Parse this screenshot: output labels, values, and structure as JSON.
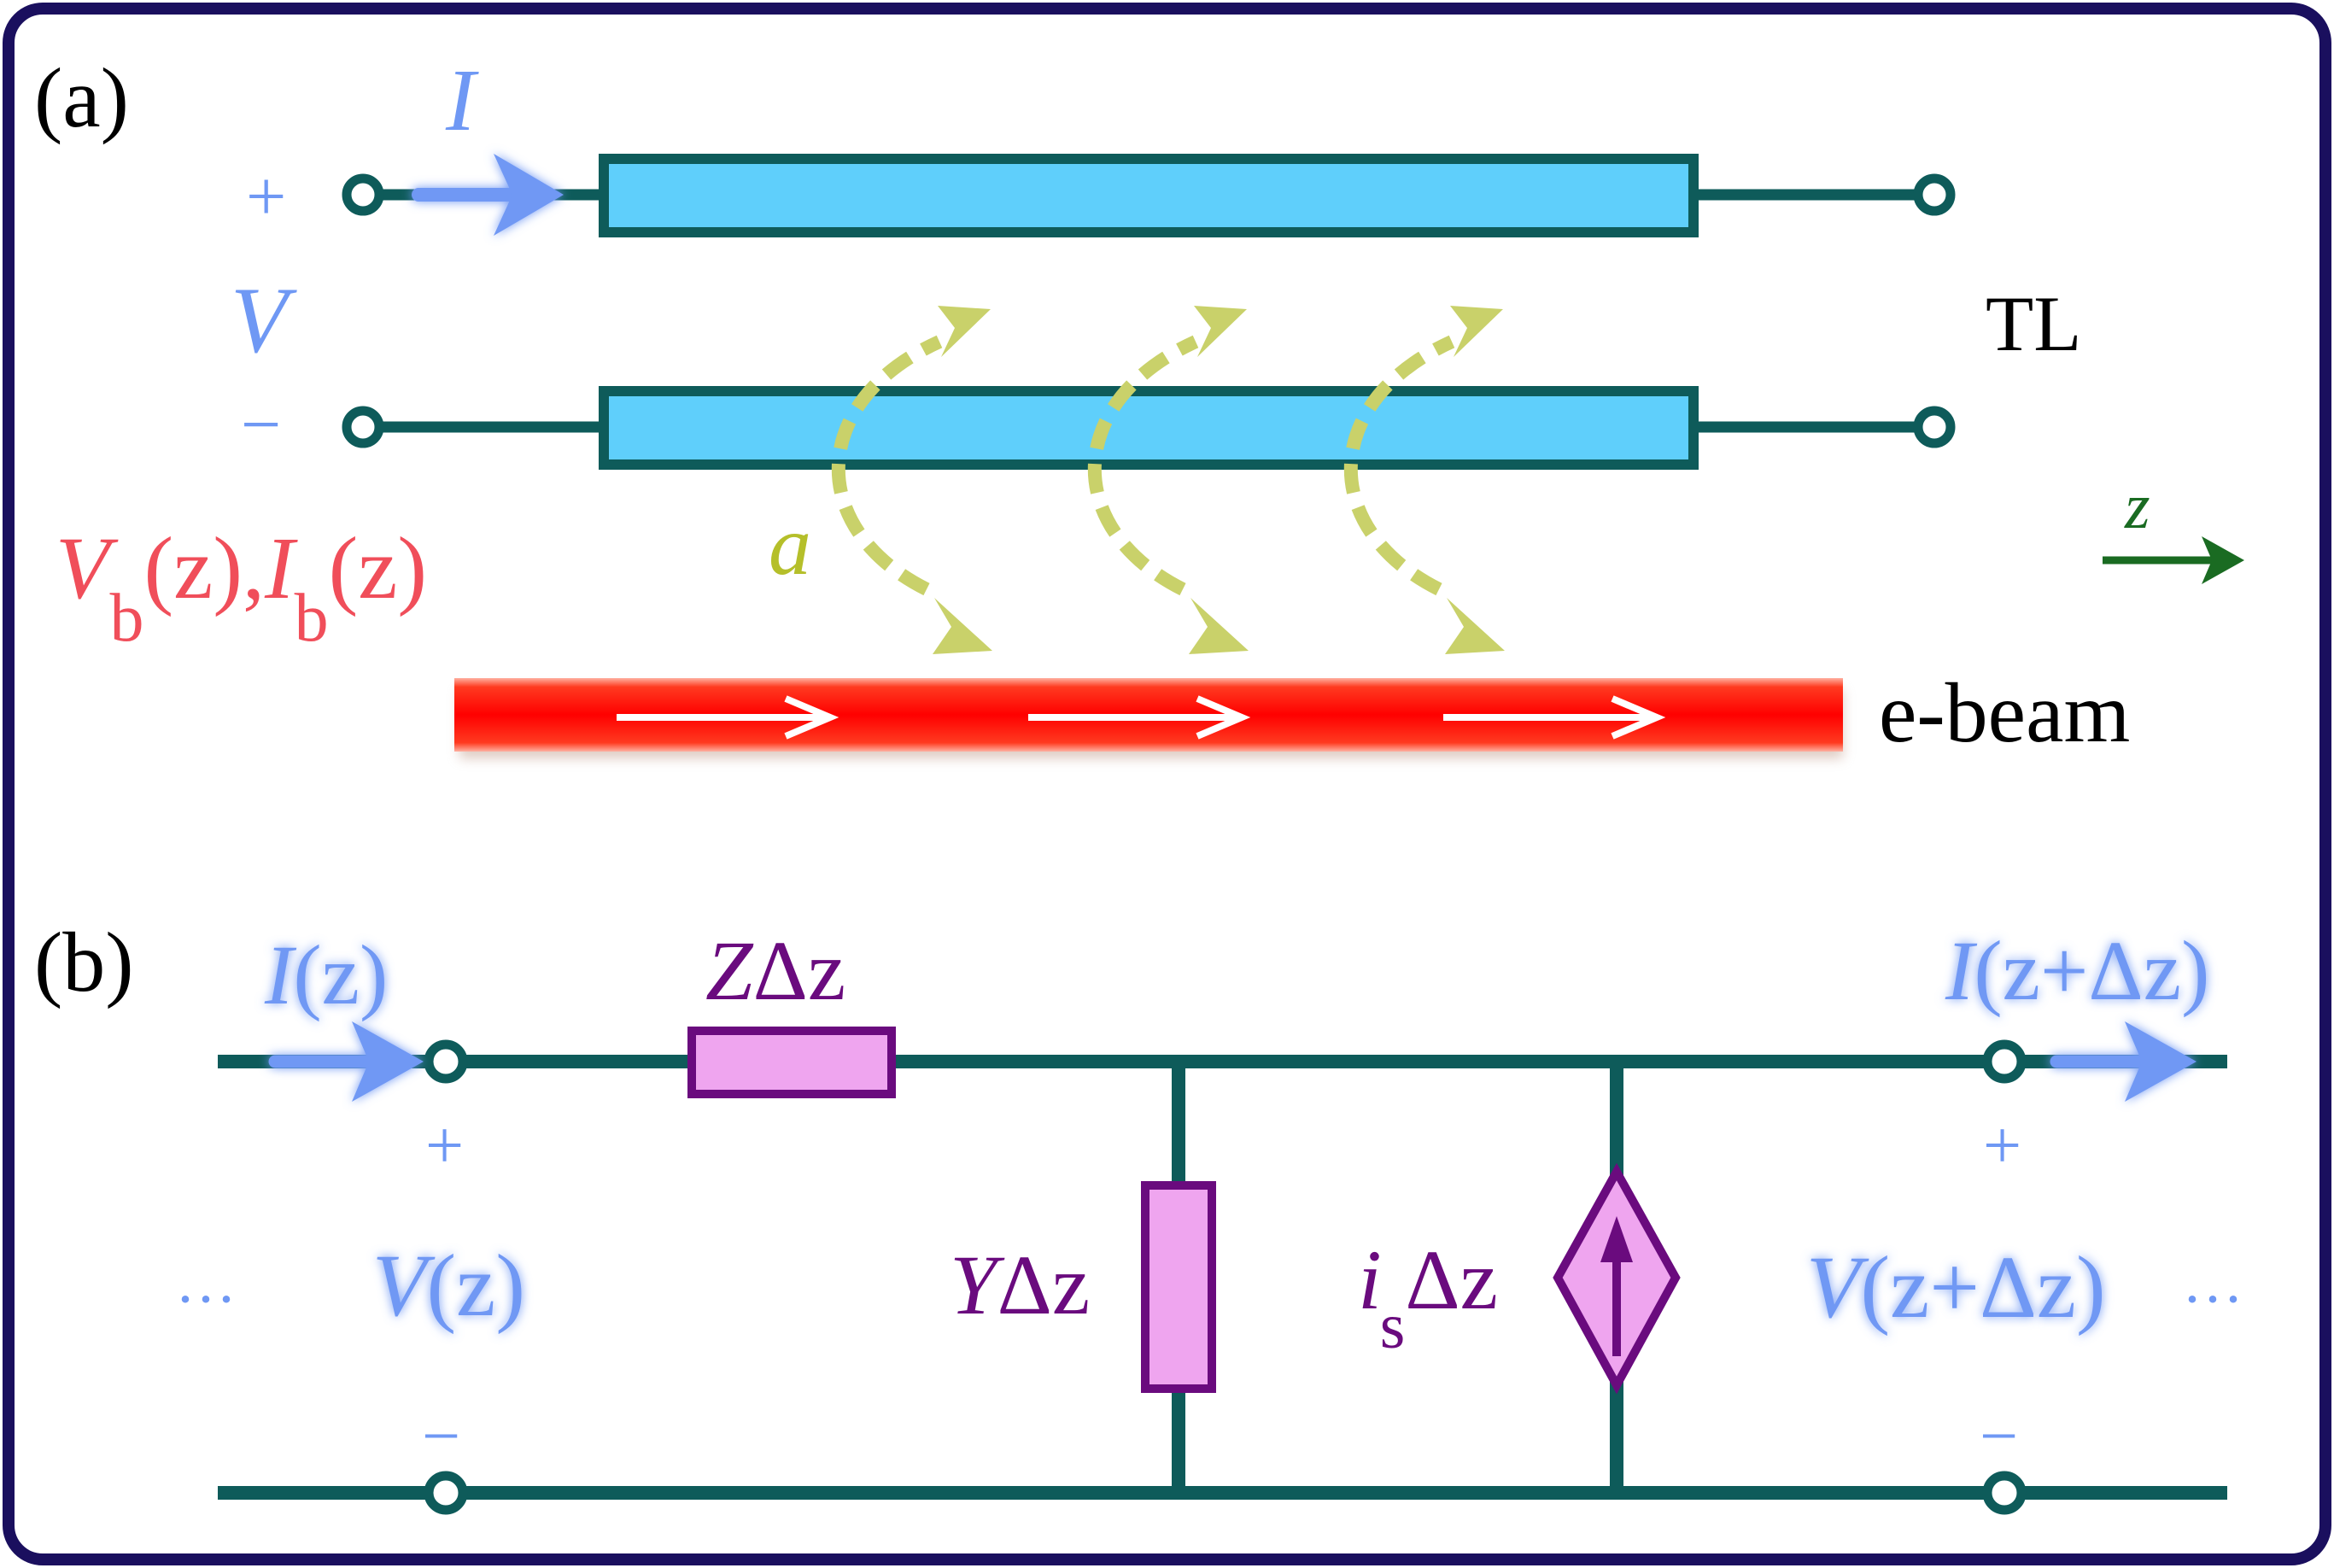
{
  "colors": {
    "frame": "#1a0f5e",
    "wire": "#0e5b5a",
    "tl_fill": "#5fcffb",
    "beam": "#ff1010",
    "blue": "#6f98f4",
    "red": "#f04e5a",
    "olive": "#b5bf2a",
    "arrow_olive": "#c9d16a",
    "purple": "#6a0b7e",
    "pink": "#efa5ef",
    "green_arrow": "#1a6b22"
  },
  "panel_a": {
    "label": "(a)",
    "current_symbol": "I",
    "plus": "+",
    "voltage_symbol": "V",
    "minus": "−",
    "tl_label": "TL",
    "z_symbol": "z",
    "coupling_symbol": "a",
    "beam_label": "e-beam",
    "beam_quantities": {
      "v": "V",
      "v_sub": "b",
      "v_arg": "(z),",
      "i": "I",
      "i_sub": "b",
      "i_arg": "(z)"
    }
  },
  "panel_b": {
    "label": "(b)",
    "i_in_sym": "I",
    "i_in_arg": "(z)",
    "plus_left": "+",
    "minus_left": "−",
    "v_in_sym": "V",
    "v_in_arg": "(z)",
    "dots_left": "···",
    "z_el_sym": "Z",
    "z_el_delta": "Δz",
    "y_el_sym": "Y",
    "y_el_delta": "Δz",
    "is_sym": "i",
    "is_sub": "s",
    "is_delta": "Δz",
    "i_out_sym": "I",
    "i_out_arg": "(z+Δz)",
    "plus_right": "+",
    "minus_right": "−",
    "v_out_sym": "V",
    "v_out_arg": "(z+Δz)",
    "dots_right": "···"
  }
}
